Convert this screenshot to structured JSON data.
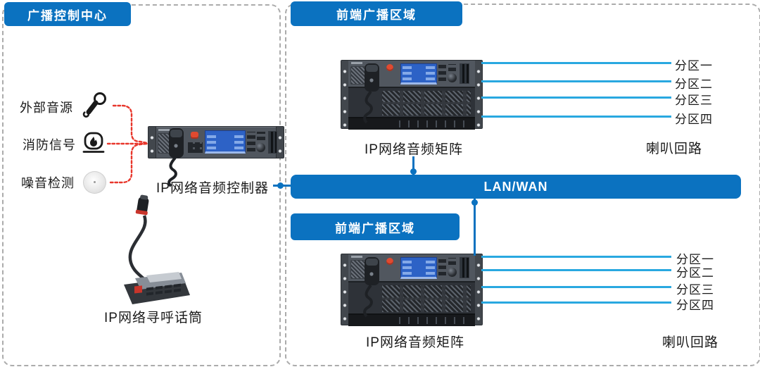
{
  "colors": {
    "primary_blue": "#0b72c0",
    "zone_line_blue": "#29a8e0",
    "alert_red": "#e8362b",
    "panel_border_gray": "#ababab"
  },
  "left_panel": {
    "header": "广播控制中心",
    "sources": [
      {
        "label": "外部音源",
        "icon": "microphone-icon"
      },
      {
        "label": "消防信号",
        "icon": "fire-alarm-icon"
      },
      {
        "label": "噪音检测",
        "icon": "noise-sensor-icon"
      }
    ],
    "controller_label": "IP网络音频控制器",
    "paging_mic_label": "IP网络寻呼话筒"
  },
  "network": {
    "bus_label": "LAN/WAN"
  },
  "right_panel": {
    "areas": [
      {
        "header": "前端广播区域",
        "device_label": "IP网络音频矩阵",
        "zones": [
          {
            "label": "分区一"
          },
          {
            "label": "分区二"
          },
          {
            "label": "分区三"
          },
          {
            "label": "分区四"
          }
        ],
        "loop_label": "喇叭回路"
      },
      {
        "header": "前端广播区域",
        "device_label": "IP网络音频矩阵",
        "zones": [
          {
            "label": "分区一"
          },
          {
            "label": "分区二"
          },
          {
            "label": "分区三"
          },
          {
            "label": "分区四"
          }
        ],
        "loop_label": "喇叭回路"
      }
    ]
  }
}
